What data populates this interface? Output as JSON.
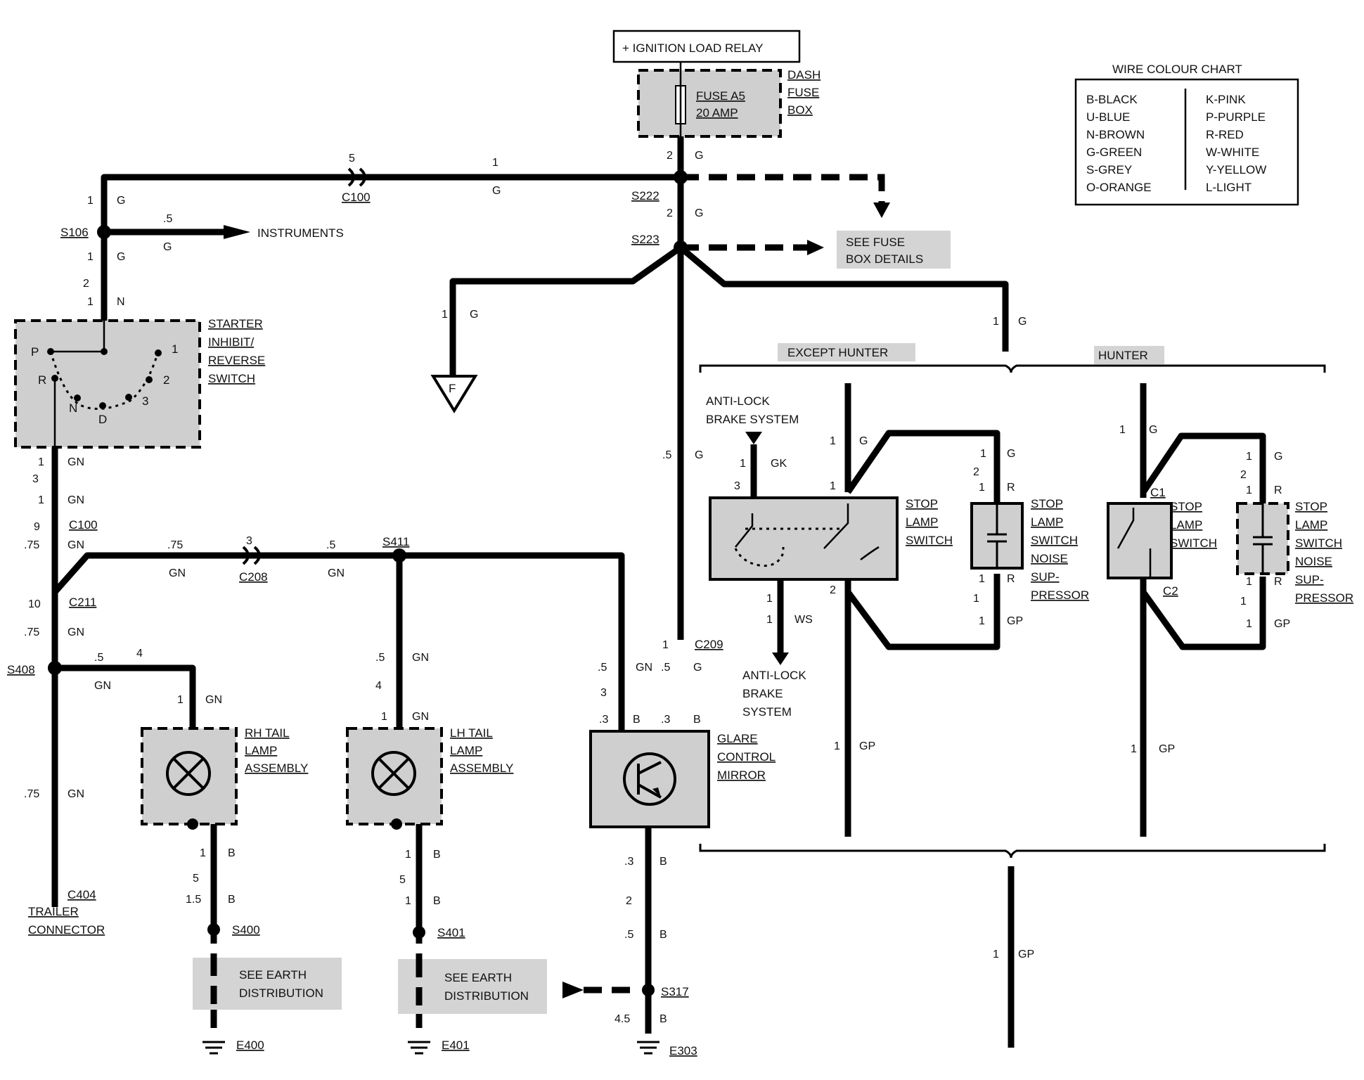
{
  "relay": "+ IGNITION LOAD RELAY",
  "dash_fuse_box": [
    "DASH",
    "FUSE",
    "BOX"
  ],
  "fuse": [
    "FUSE A5",
    "20 AMP"
  ],
  "color_chart": {
    "title": "WIRE COLOUR CHART",
    "left": [
      "B-BLACK",
      "U-BLUE",
      "N-BROWN",
      "G-GREEN",
      "S-GREY",
      "O-ORANGE"
    ],
    "right": [
      "K-PINK",
      "P-PURPLE",
      "R-RED",
      "W-WHITE",
      "Y-YELLOW",
      "L-LIGHT"
    ]
  },
  "splices": {
    "s106": "S106",
    "s222": "S222",
    "s223": "S223",
    "s408": "S408",
    "s411": "S411",
    "s400": "S400",
    "s401": "S401",
    "s317": "S317"
  },
  "connectors": {
    "c100a": "C100",
    "c100b": "C100",
    "c208": "C208",
    "c211": "C211",
    "c209": "C209",
    "c404": "C404",
    "c1": "C1",
    "c2": "C2"
  },
  "earths": {
    "e400": "E400",
    "e401": "E401",
    "e303": "E303"
  },
  "labels": {
    "instruments": "INSTRUMENTS",
    "see_fuse_box": [
      "SEE FUSE",
      "BOX DETAILS"
    ],
    "ground_f": "F",
    "starter_switch": [
      "STARTER",
      "INHIBIT/",
      "REVERSE",
      "SWITCH"
    ],
    "rh_tail": [
      "RH TAIL",
      "LAMP",
      "ASSEMBLY"
    ],
    "lh_tail": [
      "LH TAIL",
      "LAMP",
      "ASSEMBLY"
    ],
    "glare_mirror": [
      "GLARE",
      "CONTROL",
      "MIRROR"
    ],
    "trailer": [
      "TRAILER",
      "CONNECTOR"
    ],
    "see_earth": [
      "SEE EARTH",
      "DISTRIBUTION"
    ],
    "except_hunter": "EXCEPT HUNTER",
    "hunter": "HUNTER",
    "abs_in": [
      "ANTI-LOCK",
      "BRAKE SYSTEM"
    ],
    "abs_out": [
      "ANTI-LOCK",
      "BRAKE",
      "SYSTEM"
    ],
    "stop_switch": [
      "STOP",
      "LAMP",
      "SWITCH"
    ],
    "suppressor": [
      "STOP",
      "LAMP",
      "SWITCH",
      "NOISE",
      "SUP-",
      "PRESSOR"
    ],
    "gear_positions": {
      "p": "P",
      "r": "R",
      "n": "N",
      "d": "D",
      "p3": "3",
      "p2": "2",
      "p1": "1"
    }
  },
  "wire_labels": [
    {
      "id": "a1",
      "t": "2"
    },
    {
      "id": "a2",
      "t": "G"
    },
    {
      "id": "a3",
      "t": "2"
    },
    {
      "id": "a4",
      "t": "G"
    },
    {
      "id": "a5",
      "t": "5"
    },
    {
      "id": "a6",
      "t": "1"
    },
    {
      "id": "a7",
      "t": "G"
    },
    {
      "id": "a8",
      "t": "1"
    },
    {
      "id": "a9",
      "t": "G"
    },
    {
      "id": "a10",
      "t": ".5"
    },
    {
      "id": "a11",
      "t": "G"
    },
    {
      "id": "a12",
      "t": "1"
    },
    {
      "id": "a13",
      "t": "G"
    },
    {
      "id": "a14",
      "t": "2"
    },
    {
      "id": "a15",
      "t": "1"
    },
    {
      "id": "a16",
      "t": "N"
    },
    {
      "id": "a17",
      "t": "1"
    },
    {
      "id": "a18",
      "t": "G"
    },
    {
      "id": "a19",
      "t": "1"
    },
    {
      "id": "a20",
      "t": "G"
    },
    {
      "id": "a21",
      "t": ".5"
    },
    {
      "id": "a22",
      "t": "G"
    },
    {
      "id": "b1",
      "t": "1"
    },
    {
      "id": "b2",
      "t": "GN"
    },
    {
      "id": "b3",
      "t": "3"
    },
    {
      "id": "b4",
      "t": "1"
    },
    {
      "id": "b5",
      "t": "GN"
    },
    {
      "id": "b6",
      "t": "9"
    },
    {
      "id": "b7",
      "t": ".75"
    },
    {
      "id": "b8",
      "t": "GN"
    },
    {
      "id": "b9",
      "t": ".75"
    },
    {
      "id": "b10",
      "t": "GN"
    },
    {
      "id": "b11",
      "t": "3"
    },
    {
      "id": "b12",
      "t": ".5"
    },
    {
      "id": "b13",
      "t": "GN"
    },
    {
      "id": "b14",
      "t": "10"
    },
    {
      "id": "b15",
      "t": ".75"
    },
    {
      "id": "b16",
      "t": "GN"
    },
    {
      "id": "b17",
      "t": ".5"
    },
    {
      "id": "b18",
      "t": "GN"
    },
    {
      "id": "b19",
      "t": "4"
    },
    {
      "id": "b20",
      "t": "1"
    },
    {
      "id": "b21",
      "t": "GN"
    },
    {
      "id": "b22",
      "t": ".75"
    },
    {
      "id": "b23",
      "t": "GN"
    },
    {
      "id": "c1",
      "t": ".5"
    },
    {
      "id": "c2",
      "t": "GN"
    },
    {
      "id": "c3",
      "t": "4"
    },
    {
      "id": "c4",
      "t": "1"
    },
    {
      "id": "c5",
      "t": "GN"
    },
    {
      "id": "c6",
      "t": ".5"
    },
    {
      "id": "c7",
      "t": "GN"
    },
    {
      "id": "c8",
      "t": ".5"
    },
    {
      "id": "c9",
      "t": "G"
    },
    {
      "id": "c10",
      "t": "3"
    },
    {
      "id": "c11",
      "t": "1"
    },
    {
      "id": "c12",
      "t": ".3"
    },
    {
      "id": "c13",
      "t": "B"
    },
    {
      "id": "c14",
      "t": ".3"
    },
    {
      "id": "c15",
      "t": "B"
    },
    {
      "id": "d1",
      "t": "1"
    },
    {
      "id": "d2",
      "t": "B"
    },
    {
      "id": "d3",
      "t": "5"
    },
    {
      "id": "d4",
      "t": "1.5"
    },
    {
      "id": "d5",
      "t": "B"
    },
    {
      "id": "d6",
      "t": "1"
    },
    {
      "id": "d7",
      "t": "B"
    },
    {
      "id": "d8",
      "t": "5"
    },
    {
      "id": "d9",
      "t": "1"
    },
    {
      "id": "d10",
      "t": "B"
    },
    {
      "id": "d11",
      "t": ".3"
    },
    {
      "id": "d12",
      "t": "B"
    },
    {
      "id": "d13",
      "t": "2"
    },
    {
      "id": "d14",
      "t": ".5"
    },
    {
      "id": "d15",
      "t": "B"
    },
    {
      "id": "d16",
      "t": "4.5"
    },
    {
      "id": "d17",
      "t": "B"
    },
    {
      "id": "e1",
      "t": "1"
    },
    {
      "id": "e2",
      "t": "GK"
    },
    {
      "id": "e3",
      "t": "3"
    },
    {
      "id": "e4",
      "t": "1"
    },
    {
      "id": "e5",
      "t": "G"
    },
    {
      "id": "e6",
      "t": "1"
    },
    {
      "id": "e7",
      "t": "1"
    },
    {
      "id": "e8",
      "t": "2"
    },
    {
      "id": "e9",
      "t": "1"
    },
    {
      "id": "e10",
      "t": "WS"
    },
    {
      "id": "e11",
      "t": "1"
    },
    {
      "id": "e12",
      "t": "G"
    },
    {
      "id": "e13",
      "t": "2"
    },
    {
      "id": "e14",
      "t": "1"
    },
    {
      "id": "e15",
      "t": "R"
    },
    {
      "id": "e16",
      "t": "1"
    },
    {
      "id": "e17",
      "t": "R"
    },
    {
      "id": "e18",
      "t": "1"
    },
    {
      "id": "e19",
      "t": "1"
    },
    {
      "id": "e20",
      "t": "GP"
    },
    {
      "id": "e21",
      "t": "1"
    },
    {
      "id": "e22",
      "t": "GP"
    },
    {
      "id": "f1",
      "t": "1"
    },
    {
      "id": "f2",
      "t": "G"
    },
    {
      "id": "f3",
      "t": "1"
    },
    {
      "id": "f4",
      "t": "G"
    },
    {
      "id": "f5",
      "t": "2"
    },
    {
      "id": "f6",
      "t": "1"
    },
    {
      "id": "f7",
      "t": "R"
    },
    {
      "id": "f8",
      "t": "1"
    },
    {
      "id": "f9",
      "t": "R"
    },
    {
      "id": "f10",
      "t": "1"
    },
    {
      "id": "f11",
      "t": "1"
    },
    {
      "id": "f12",
      "t": "GP"
    },
    {
      "id": "f13",
      "t": "1"
    },
    {
      "id": "f14",
      "t": "GP"
    },
    {
      "id": "g1",
      "t": "1"
    },
    {
      "id": "g2",
      "t": "GP"
    }
  ]
}
